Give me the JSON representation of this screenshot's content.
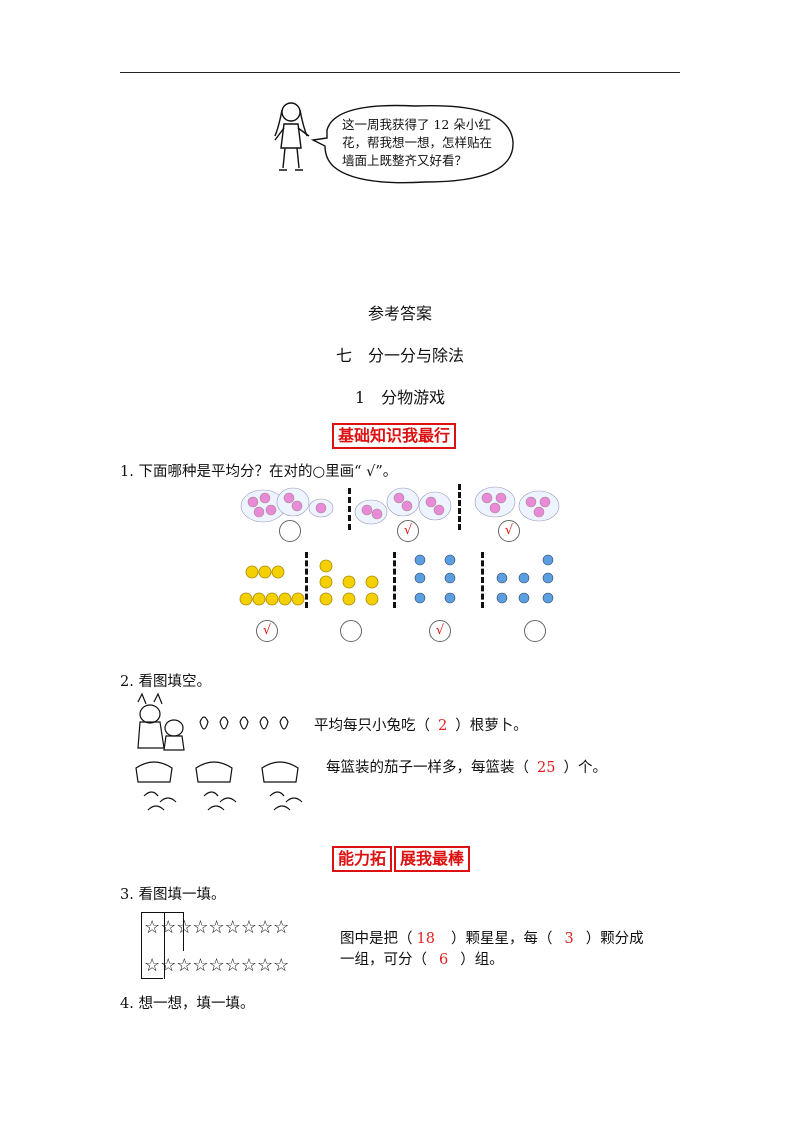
{
  "header": {
    "speech": "这一周我获得了 12 朵小红花，帮我想一想，怎样贴在墙面上既整齐又好看？"
  },
  "answers": {
    "title": "参考答案",
    "chapter": "七　分一分与除法",
    "lesson": "1　分物游戏"
  },
  "section1": {
    "banner": "基础知识我最行",
    "q1": {
      "text": "1. 下面哪种是平均分？在对的○里画“ √”。",
      "marks": [
        "",
        "√",
        "√",
        "√",
        "",
        "√",
        ""
      ]
    },
    "q2": {
      "text": "2. 看图填空。",
      "line1_pre": "平均每只小兔吃（",
      "line1_ans": "2",
      "line1_post": "）根萝卜。",
      "line2_pre": "每篮装的茄子一样多，每篮装（",
      "line2_ans": "25",
      "line2_post": "）个。"
    }
  },
  "section2": {
    "banner_a": "能力拓",
    "banner_b": "展我最棒",
    "q3": {
      "text": "3. 看图填一填。",
      "star_row": "☆☆☆☆☆☆☆☆☆",
      "l1_a": "图中是把（",
      "ans1": "18",
      "l1_b": "）颗星星，每（",
      "ans2": "3",
      "l1_c": "）颗分成",
      "l2_a": "一组，可分（",
      "ans3": "6",
      "l2_b": "）组。"
    },
    "q4": {
      "text": "4. 想一想，填一填。"
    }
  },
  "colors": {
    "accent": "#e02020",
    "fruit": "#f5d000",
    "flower": "#e88ad8",
    "fish": "#5a9fe0"
  }
}
